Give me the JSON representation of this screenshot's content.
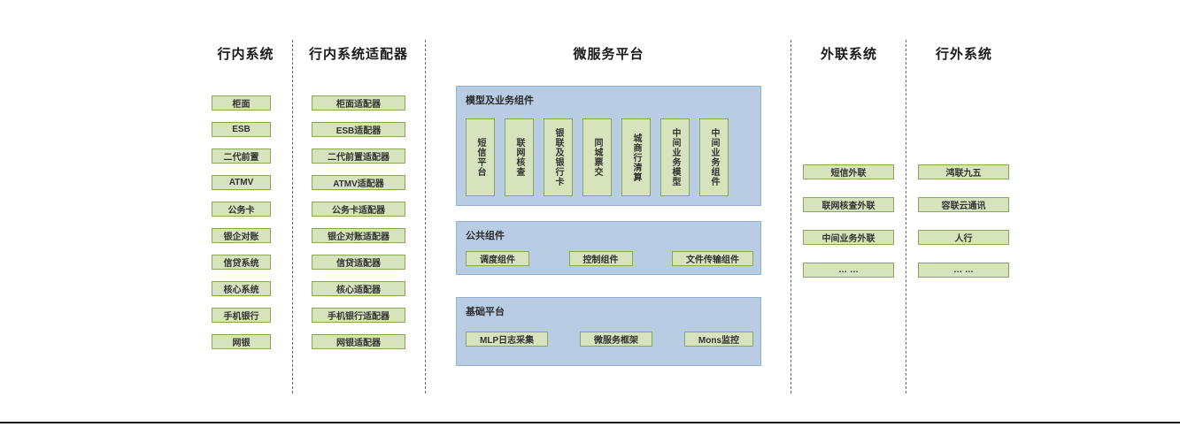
{
  "columns": {
    "internal": {
      "title": "行内系统",
      "items": [
        "柜面",
        "ESB",
        "二代前置",
        "ATMV",
        "公务卡",
        "银企对账",
        "信贷系统",
        "核心系统",
        "手机银行",
        "网银"
      ]
    },
    "adapters": {
      "title": "行内系统适配器",
      "items": [
        "柜面适配器",
        "ESB适配器",
        "二代前置适配器",
        "ATMV适配器",
        "公务卡适配器",
        "银企对账适配器",
        "信贷适配器",
        "核心适配器",
        "手机银行适配器",
        "网银适配器"
      ]
    },
    "platform": {
      "title": "微服务平台",
      "panels": [
        {
          "title": "模型及业务组件",
          "items": [
            "短信平台",
            "联网核查",
            "银联及银行卡",
            "同城票交",
            "城商行清算",
            "中间业务模型",
            "中间业务组件"
          ]
        },
        {
          "title": "公共组件",
          "items": [
            "调度组件",
            "控制组件",
            "文件传输组件"
          ]
        },
        {
          "title": "基础平台",
          "items": [
            "MLP日志采集",
            "微服务框架",
            "Mons监控"
          ]
        }
      ]
    },
    "external": {
      "title": "外联系统",
      "items": [
        "短信外联",
        "联网核查外联",
        "中间业务外联",
        "… …"
      ]
    },
    "outside": {
      "title": "行外系统",
      "items": [
        "鸿联九五",
        "容联云通讯",
        "人行",
        "… …"
      ]
    }
  },
  "colors": {
    "box_fill": "#d6e3bc",
    "box_border": "#84a854",
    "panel_fill": "#b8cce4",
    "panel_border": "#93b1d4"
  }
}
